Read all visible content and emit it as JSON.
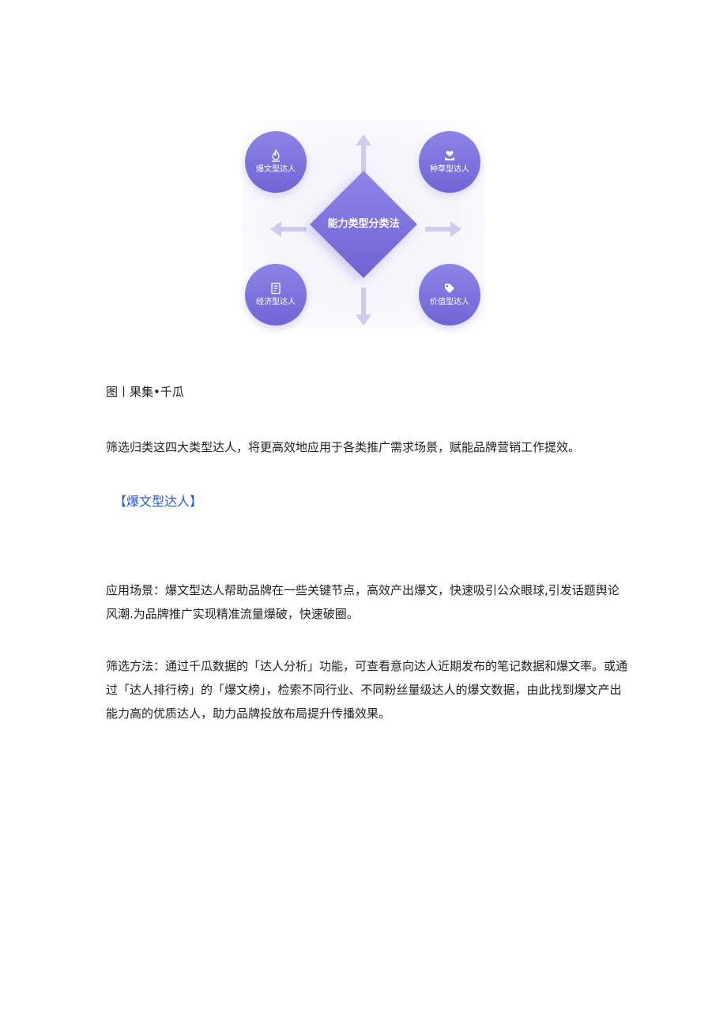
{
  "figure": {
    "center_label": "能力类型分类法",
    "types": [
      {
        "label": "爆文型达人",
        "icon": "flame-icon"
      },
      {
        "label": "种草型达人",
        "icon": "heart-hand-icon"
      },
      {
        "label": "经济型达人",
        "icon": "document-icon"
      },
      {
        "label": "价值型达人",
        "icon": "tag-icon"
      }
    ],
    "colors": {
      "primary": "#7a6fdc",
      "arrow": "#ccc8ee",
      "heading_link": "#2a5bd7"
    }
  },
  "caption": "图丨果集•千瓜",
  "intro": "筛选归类这四大类型达人，将更高效地应用于各类推广需求场景，赋能品牌营销工作提效。",
  "section_heading": "【爆文型达人】",
  "scenario": "应用场景：爆文型达人帮助品牌在一些关键节点，高效产出爆文，快速吸引公众眼球,引发话题舆论风潮.为品牌推广实现精准流量爆破，快速破圈。",
  "method": "筛选方法：通过千瓜数据的「达人分析」功能，可查看意向达人近期发布的笔记数据和爆文率。或通过「达人排行榜」的「爆文榜」，检索不同行业、不同粉丝量级达人的爆文数据，由此找到爆文产出能力高的优质达人，助力品牌投放布局提升传播效果。"
}
